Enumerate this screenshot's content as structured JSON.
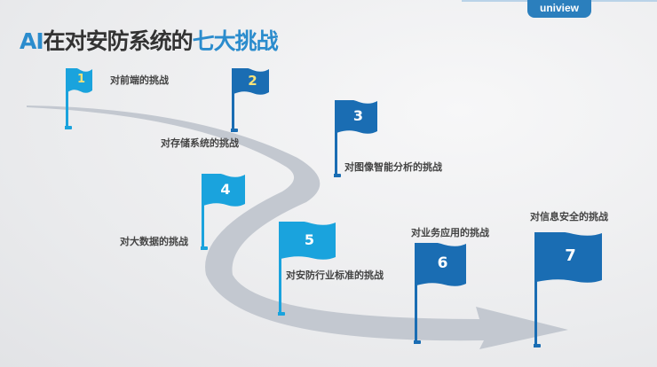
{
  "brand": {
    "logo": "uniview"
  },
  "title": {
    "part1": "AI",
    "part2": "在对安防系统的",
    "part3": "七大挑战"
  },
  "colors": {
    "light_blue": "#1aa3dd",
    "dark_blue": "#1a6db3",
    "road": "#c3c8d0"
  },
  "challenges": [
    {
      "num": "1",
      "label": "对前端的挑战"
    },
    {
      "num": "2",
      "label": "对存储系统的挑战"
    },
    {
      "num": "3",
      "label": "对图像智能分析的挑战"
    },
    {
      "num": "4",
      "label": "对大数据的挑战"
    },
    {
      "num": "5",
      "label": "对安防行业标准的挑战"
    },
    {
      "num": "6",
      "label": "对业务应用的挑战"
    },
    {
      "num": "7",
      "label": "对信息安全的挑战"
    }
  ]
}
